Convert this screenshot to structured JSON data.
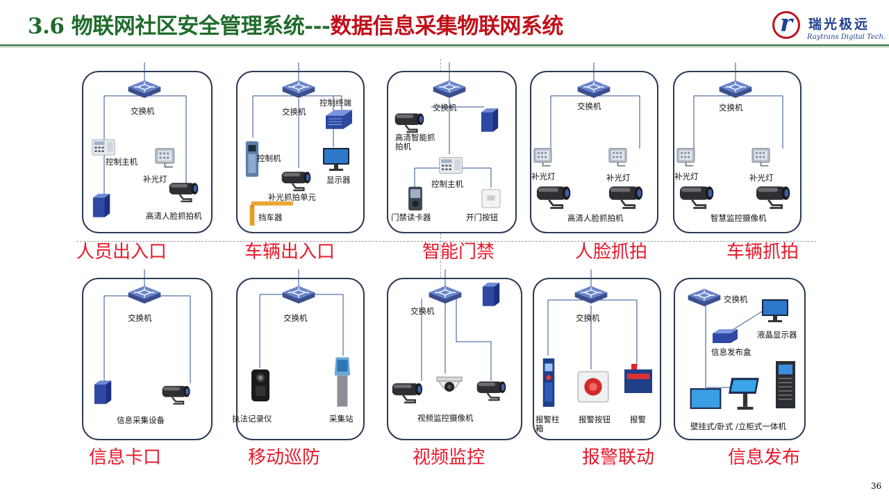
{
  "header": {
    "title_main": "3.6  物联网社区安全管理系统---",
    "title_highlight": "数据信息采集物联网系统",
    "logo_mark": "r",
    "logo_cn": "瑞光极远",
    "logo_en": "Raytrans Digital Tech.",
    "page_number": "36"
  },
  "panels": [
    {
      "caption": "人员出入口",
      "labels": [
        "交换机",
        "控制主机",
        "补光灯",
        "高清人脸抓拍机"
      ]
    },
    {
      "caption": "车辆出入口",
      "labels": [
        "交换机",
        "控制终端",
        "控制机",
        "显示器",
        "补光抓拍单元",
        "挡车器"
      ]
    },
    {
      "caption": "智能门禁",
      "labels": [
        "交换机",
        "高清智能抓拍机",
        "控制主机",
        "门禁读卡器",
        "开门按钮"
      ]
    },
    {
      "caption": "人脸抓拍",
      "labels": [
        "交换机",
        "补光灯",
        "补光灯",
        "高清人脸抓拍机"
      ]
    },
    {
      "caption": "车辆抓拍",
      "labels": [
        "交换机",
        "补光灯",
        "补光灯",
        "智慧监控摄像机"
      ]
    },
    {
      "caption": "信息卡口",
      "labels": [
        "交换机",
        "信息采集设备"
      ]
    },
    {
      "caption": "移动巡防",
      "labels": [
        "交换机",
        "执法记录仪",
        "采集站"
      ]
    },
    {
      "caption": "视频监控",
      "labels": [
        "交换机",
        "视频监控摄像机"
      ]
    },
    {
      "caption": "报警联动",
      "labels": [
        "交换机",
        "报警柱箱",
        "报警按钮",
        "报警"
      ]
    },
    {
      "caption": "信息发布",
      "labels": [
        "交换机",
        "液晶显示器",
        "信息发布盒",
        "壁挂式/卧式 /立柜式一体机"
      ]
    }
  ]
}
